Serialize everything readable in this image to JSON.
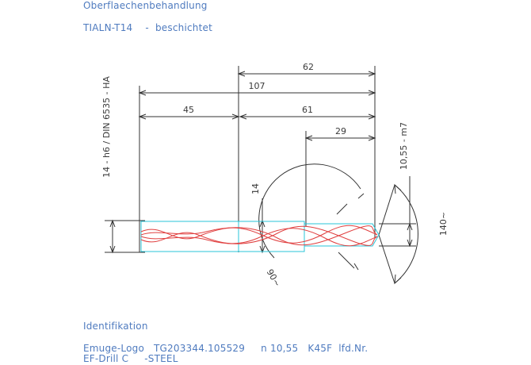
{
  "header": {
    "surface_heading": "Oberflaechenbehandlung",
    "coating": "TIALN-T14    -  beschichtet"
  },
  "drawing": {
    "shank_spec": "14 - h6 / DIN 6535 - HA",
    "dims": {
      "d62": "62",
      "d107": "107",
      "d45": "45",
      "d61": "61",
      "d29": "29",
      "d14": "14",
      "d1055": "10,55 - m7",
      "a140": "140~",
      "a90": "90~"
    }
  },
  "footer": {
    "id_heading": "Identifikation",
    "line1": "Emuge-Logo   TG203344.105529     n 10,55   K45F  lfd.Nr.",
    "line2": "EF-Drill C     -STEEL"
  },
  "colors": {
    "text_blue": "#4f7bbf",
    "dim_line": "#333333",
    "helix_red": "#e04040",
    "tool_cyan": "#29c4d8"
  }
}
